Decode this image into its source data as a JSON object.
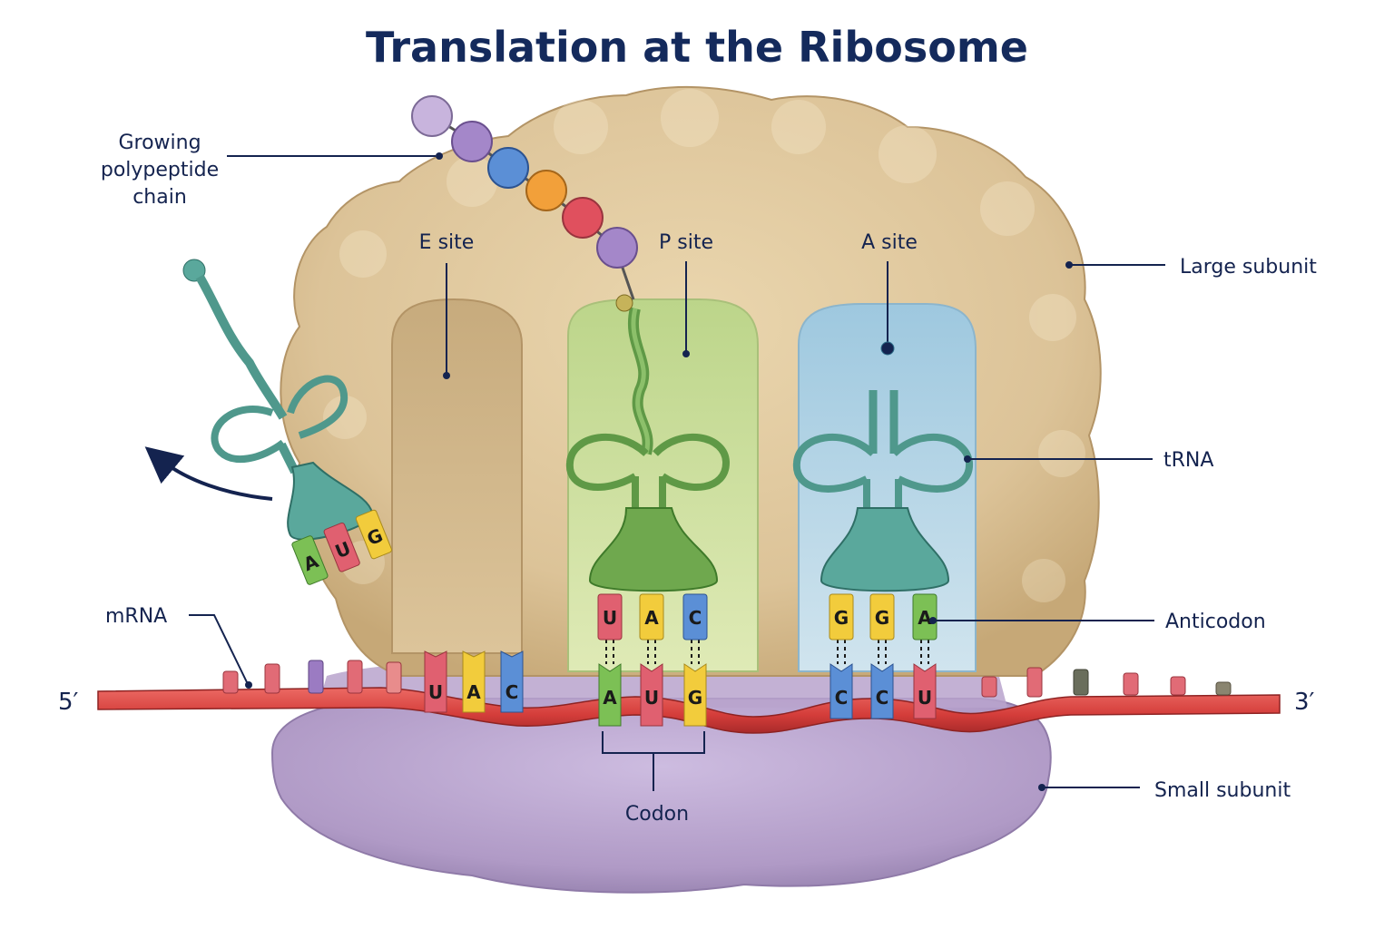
{
  "title": "Translation at the Ribosome",
  "labels": {
    "growing_chain": [
      "Growing",
      "polypeptide",
      "chain"
    ],
    "e_site": "E site",
    "p_site": "P site",
    "a_site": "A site",
    "large_subunit": "Large subunit",
    "trna": "tRNA",
    "anticodon": "Anticodon",
    "mrna": "mRNA",
    "codon": "Codon",
    "small_subunit": "Small subunit",
    "five_prime": "5′",
    "three_prime": "3′"
  },
  "exiting_trna_bases": [
    "A",
    "U",
    "G"
  ],
  "p_site_anticodon": [
    "U",
    "A",
    "C"
  ],
  "a_site_anticodon": [
    "G",
    "G",
    "A"
  ],
  "mrna_bases_e": [
    "U",
    "A",
    "C"
  ],
  "mrna_bases_p": [
    "A",
    "U",
    "G"
  ],
  "mrna_bases_a": [
    "C",
    "C",
    "U"
  ],
  "colors": {
    "large_subunit": "#dcc398",
    "small_subunit": "#b9a3cc",
    "mrna": "#d9413f",
    "trna_teal": "#5aa89c",
    "trna_green": "#6fa84e",
    "p_site_fill": "#cfe0a0",
    "a_site_fill": "#b8d6e6",
    "base_U": "#e06070",
    "base_A": "#f2cc3c",
    "base_C": "#5b8fd6",
    "base_G": "#f2cc3c",
    "base_A_green": "#7cc055",
    "title": "#142a5c"
  }
}
